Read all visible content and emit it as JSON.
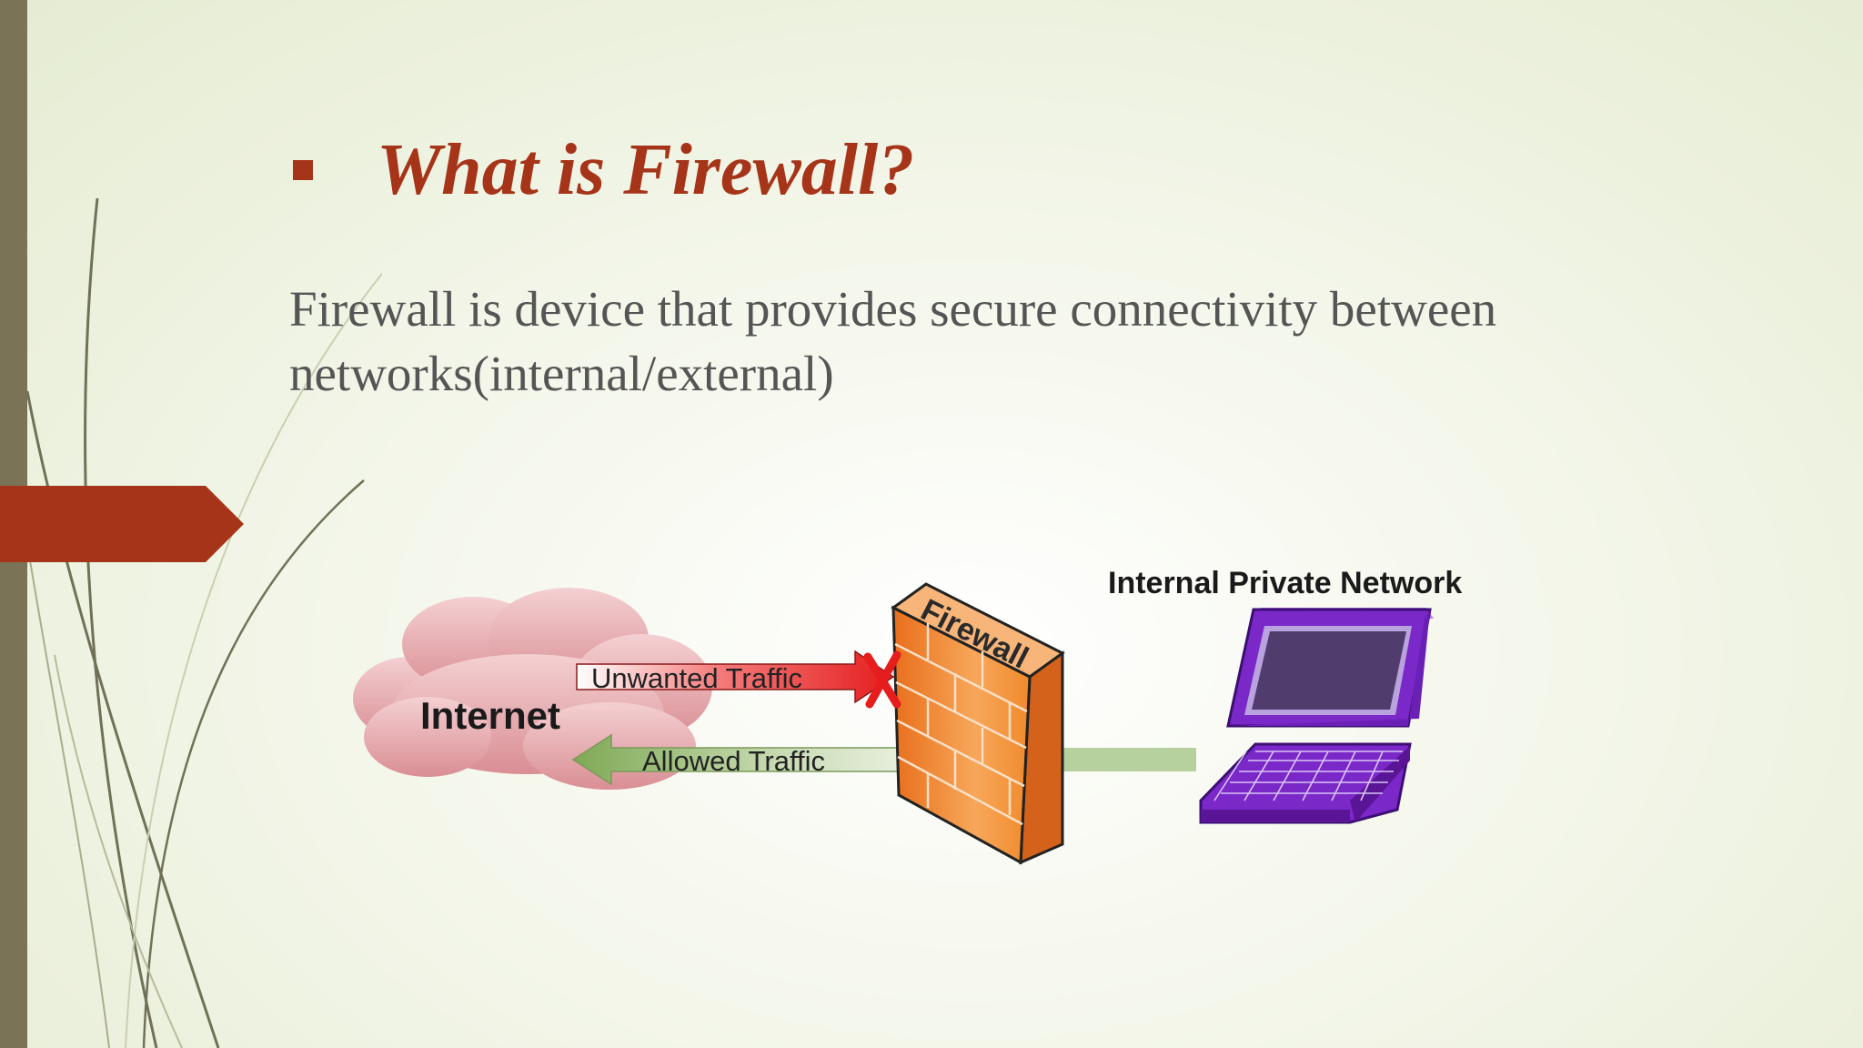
{
  "slide": {
    "title": "What is Firewall?",
    "body": "Firewall is device that provides secure connectivity between networks(internal/external)"
  },
  "diagram": {
    "internet_label": "Internet",
    "firewall_label": "Firewall",
    "network_label": "Internal Private Network",
    "unwanted_label": "Unwanted Traffic",
    "allowed_label": "Allowed Traffic"
  },
  "colors": {
    "accent": "#a63418",
    "side_bar": "#7a7356",
    "body_text": "#555555",
    "cloud": "#e5a9ad",
    "firewall": "#f08a2c",
    "laptop": "#7b28c8",
    "unwanted_arrow": "#ee2a2a",
    "allowed_arrow": "#8fb568"
  },
  "icons": [
    "bullet-square-icon",
    "cloud-icon",
    "firewall-brick-wall-icon",
    "blocked-x-icon",
    "laptop-icon"
  ]
}
